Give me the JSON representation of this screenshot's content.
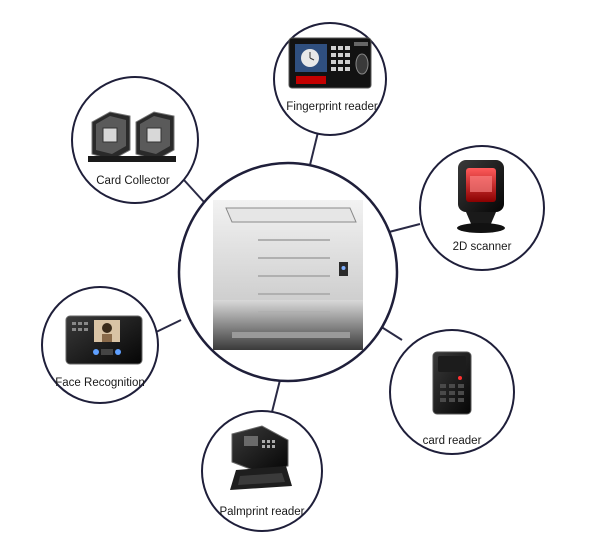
{
  "center": {
    "device": "full-height-turnstile"
  },
  "devices": [
    {
      "id": "fingerprint",
      "label": "Fingerprint reader",
      "icon": "fingerprint-terminal-icon"
    },
    {
      "id": "card-collector",
      "label": "Card Collector",
      "icon": "card-collector-icon"
    },
    {
      "id": "scanner",
      "label": "2D scanner",
      "icon": "barcode-scanner-icon"
    },
    {
      "id": "face",
      "label": "Face Recognition",
      "icon": "face-recognition-terminal-icon"
    },
    {
      "id": "card-reader",
      "label": "card reader",
      "icon": "rfid-card-reader-icon"
    },
    {
      "id": "palmprint",
      "label": "Palmprint reader",
      "icon": "palm-scanner-icon"
    }
  ],
  "colors": {
    "outline": "#1f1f3a",
    "connector": "#2a2a45"
  }
}
